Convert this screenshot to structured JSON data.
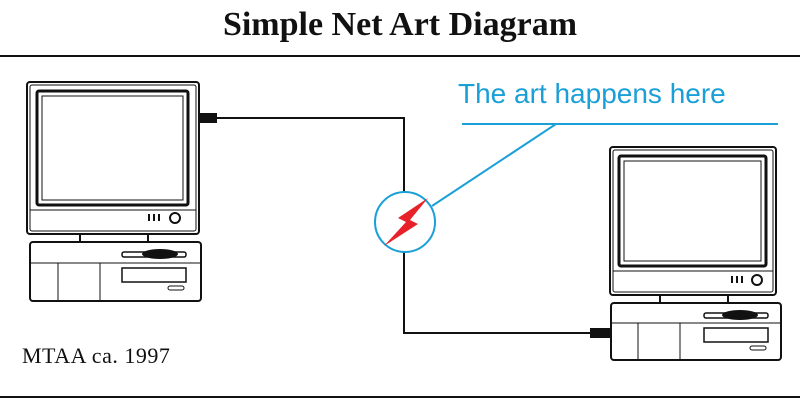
{
  "diagram": {
    "title": "Simple Net Art Diagram",
    "annotation": "The art happens here",
    "credit": "MTAA ca. 1997",
    "colors": {
      "annotation": "#1a9fd6",
      "bolt": "#e8202a",
      "line": "#111111"
    },
    "nodes": [
      {
        "name": "computer-left"
      },
      {
        "name": "computer-right"
      },
      {
        "name": "connection-bolt-node"
      }
    ]
  }
}
